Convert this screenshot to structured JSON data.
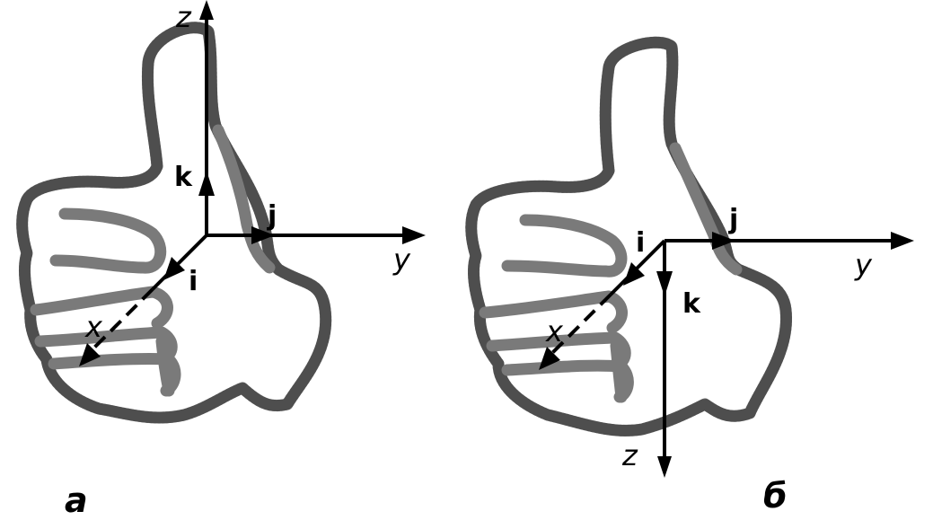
{
  "panels": [
    {
      "label": "а",
      "axes": {
        "x": "x",
        "y": "y",
        "z": "z"
      },
      "vectors": {
        "i": "i",
        "j": "j",
        "k": "k"
      }
    },
    {
      "label": "б",
      "axes": {
        "x": "x",
        "y": "y",
        "z": "z"
      },
      "vectors": {
        "i": "i",
        "j": "j",
        "k": "k"
      }
    }
  ],
  "colors": {
    "hand_outline": "#7a7a7a",
    "axes": "#000000"
  }
}
